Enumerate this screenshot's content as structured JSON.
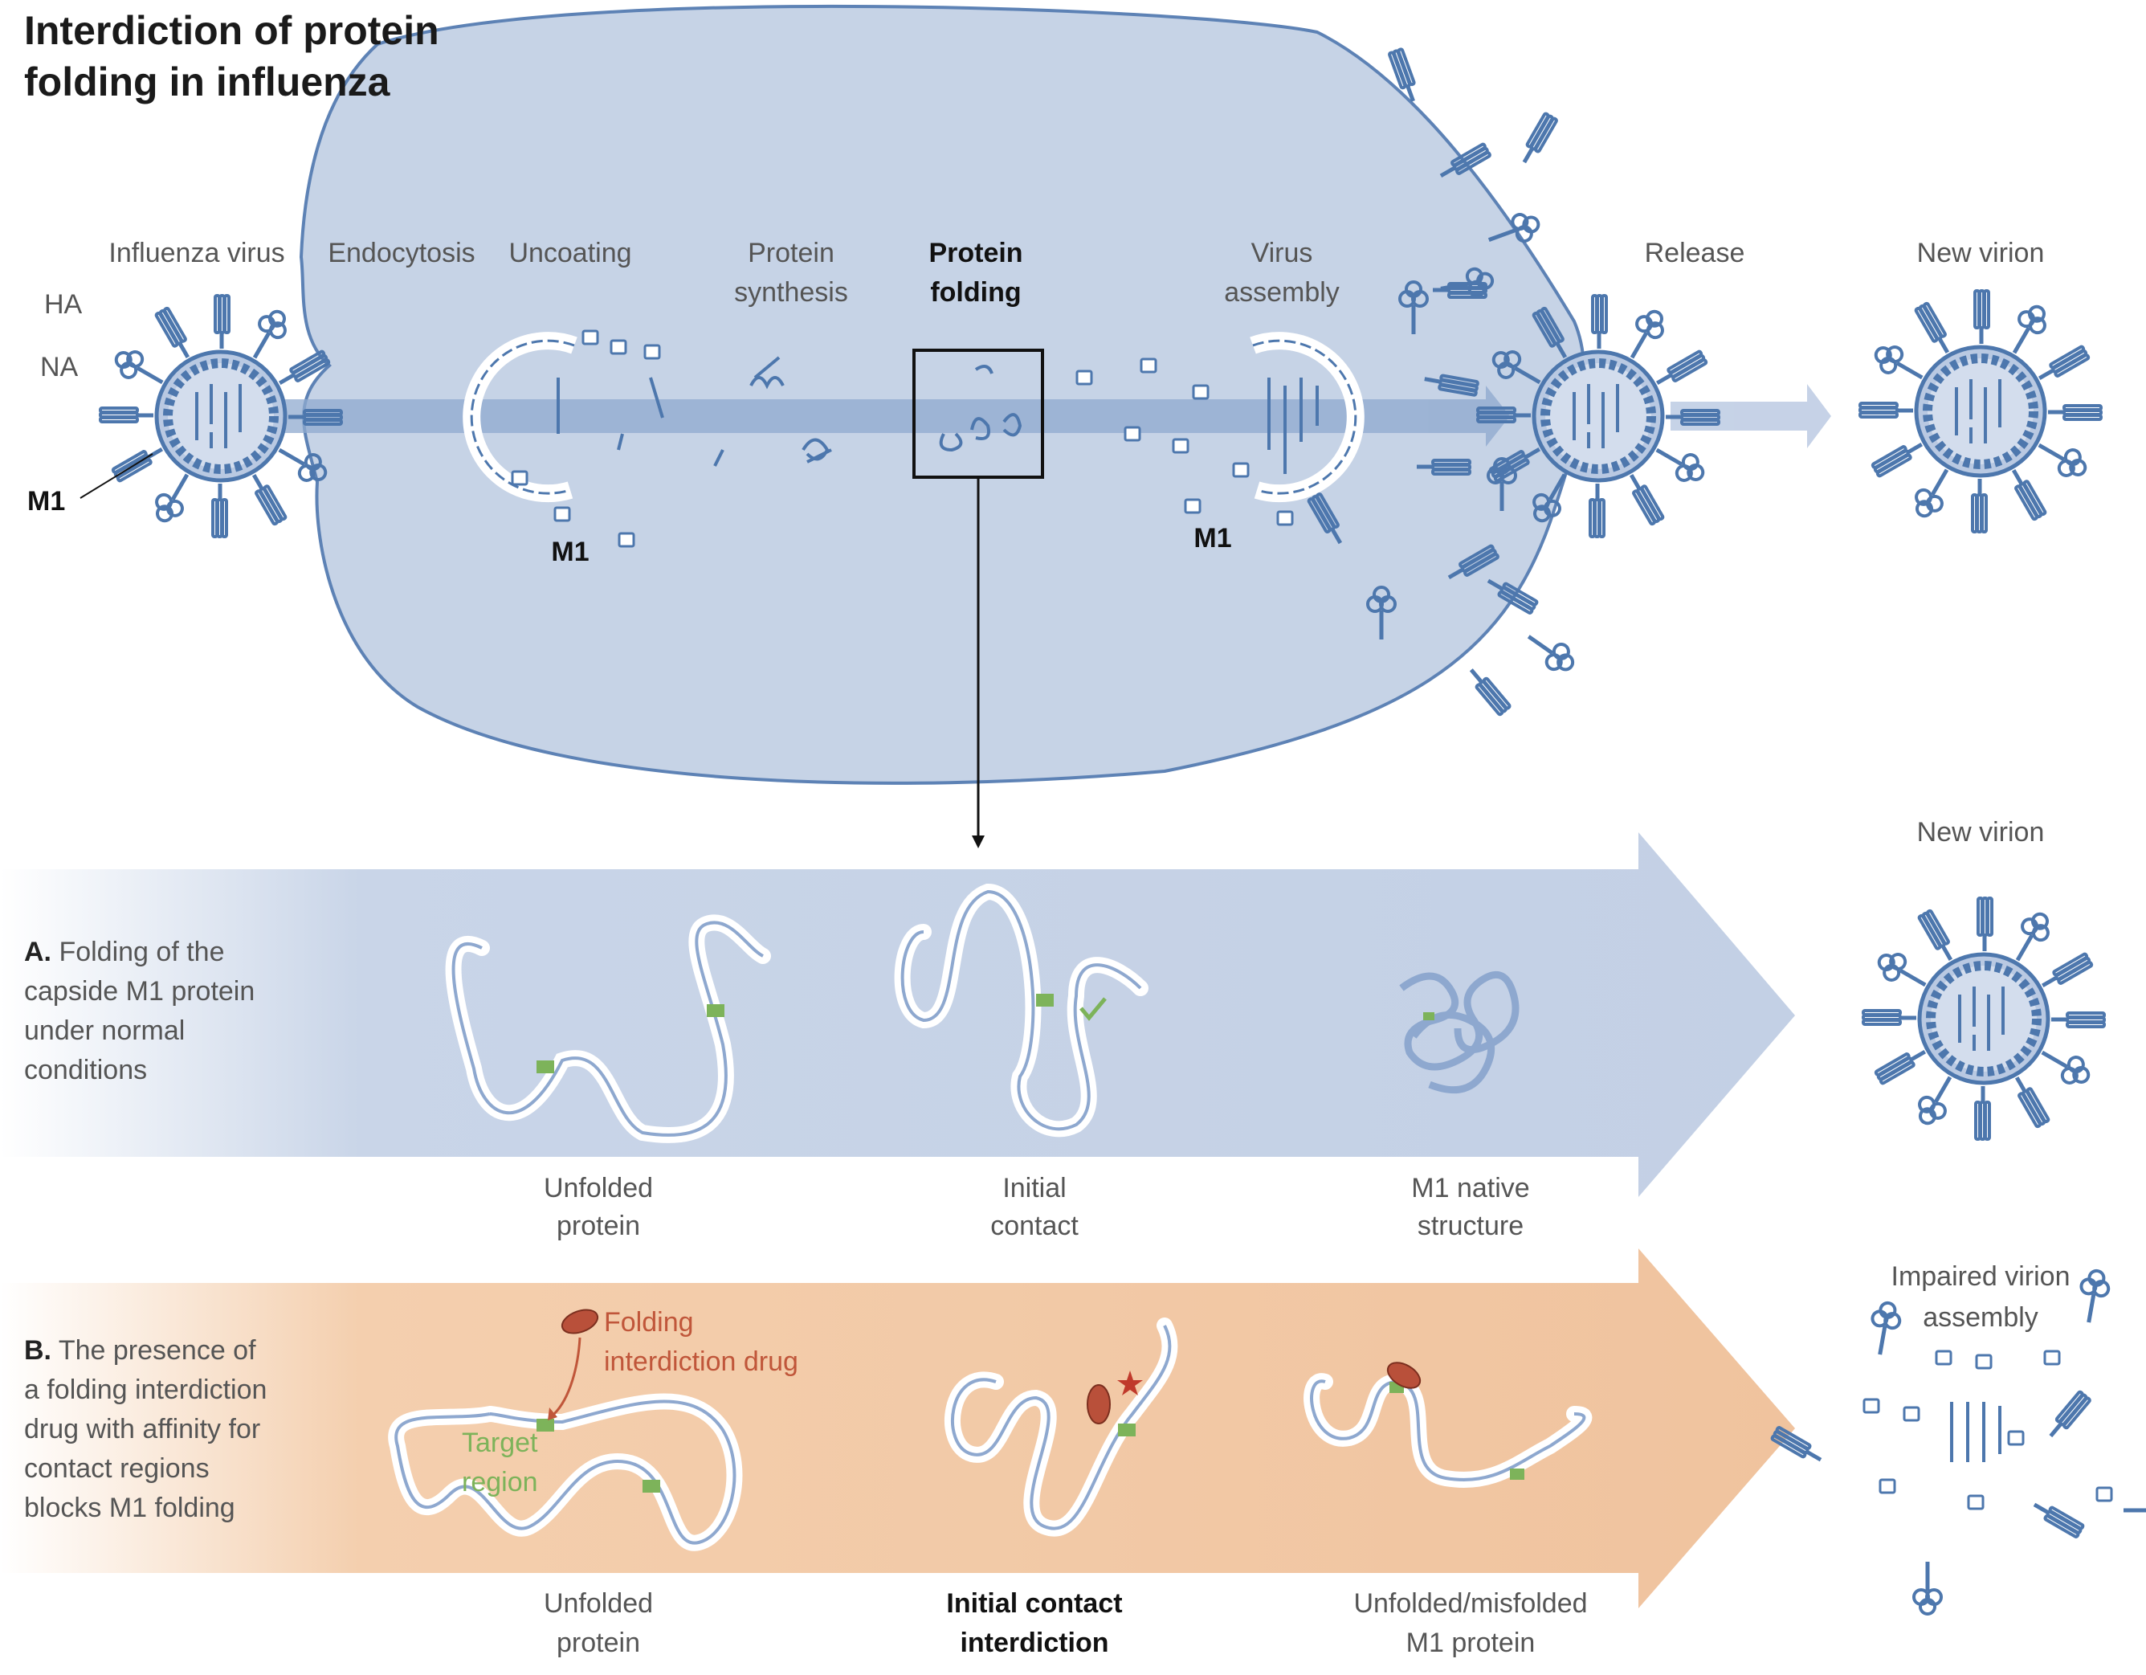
{
  "title_line1": "Interdiction of protein",
  "title_line2": "folding in influenza",
  "stages": {
    "influenza_virus": "Influenza virus",
    "endocytosis": "Endocytosis",
    "uncoating": "Uncoating",
    "protein_synthesis_1": "Protein",
    "protein_synthesis_2": "synthesis",
    "protein_folding_1": "Protein",
    "protein_folding_2": "folding",
    "virus_assembly_1": "Virus",
    "virus_assembly_2": "assembly",
    "release": "Release",
    "new_virion": "New virion"
  },
  "virus_labels": {
    "ha": "HA",
    "na": "NA",
    "m1": "M1"
  },
  "m1_uncoating": "M1",
  "m1_assembly": "M1",
  "panel_a": {
    "letter": "A.",
    "desc_1": " Folding of the",
    "desc_2": "capside M1 protein",
    "desc_3": "under normal",
    "desc_4": "conditions",
    "step1_1": "Unfolded",
    "step1_2": "protein",
    "step2_1": "Initial",
    "step2_2": "contact",
    "step3_1": "M1 native",
    "step3_2": "structure",
    "result": "New virion"
  },
  "panel_b": {
    "letter": "B.",
    "desc_1": " The presence of",
    "desc_2": "a folding interdiction",
    "desc_3": "drug with affinity for",
    "desc_4": "contact regions",
    "desc_5": "blocks M1 folding",
    "drug_1": "Folding",
    "drug_2": "interdiction drug",
    "target_1": "Target",
    "target_2": "region",
    "step1_1": "Unfolded",
    "step1_2": "protein",
    "step2_1": "Initial contact",
    "step2_2": "interdiction",
    "step3_1": "Unfolded/misfolded",
    "step3_2": "M1 protein",
    "result_1": "Impaired virion",
    "result_2": "assembly"
  },
  "colors": {
    "cell_fill": "#c6d3e6",
    "cell_stroke": "#5d82b5",
    "virus_blue": "#4d77ad",
    "arrow_blue": "#aabfdc",
    "band_a": "#c9d5e8",
    "band_b": "#f2c9a6",
    "target_green": "#7db35a",
    "drug_red": "#b9503a"
  },
  "icons": [
    "influenza-virion-icon",
    "m1-fragment-icon",
    "protein-chain-icon",
    "drug-pill-icon",
    "checkmark-icon",
    "star-icon"
  ]
}
